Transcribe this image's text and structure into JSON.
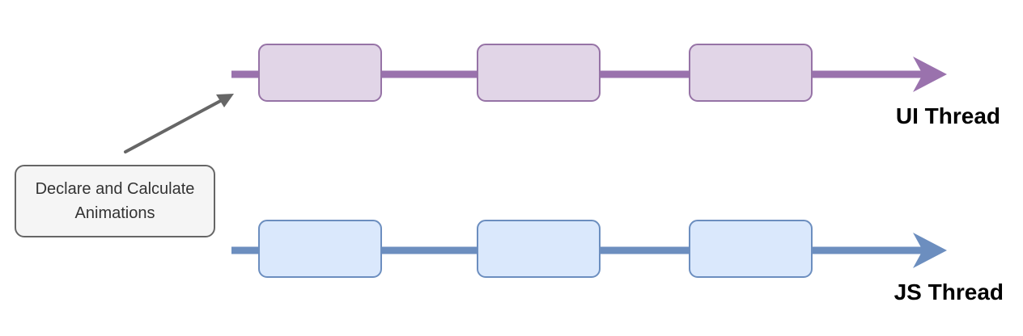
{
  "colors": {
    "ui_thread_line": "#9a72ad",
    "ui_block_fill": "#e1d5e7",
    "ui_block_stroke": "#9673a6",
    "js_thread_line": "#6c8ebf",
    "js_block_fill": "#dae8fc",
    "js_block_stroke": "#6c8ebf",
    "pointer_arrow": "#666666",
    "note_fill": "#f5f5f5",
    "note_stroke": "#666666"
  },
  "labels": {
    "ui_thread": "UI Thread",
    "js_thread": "JS Thread"
  },
  "note": {
    "text": "Declare and Calculate Animations"
  }
}
